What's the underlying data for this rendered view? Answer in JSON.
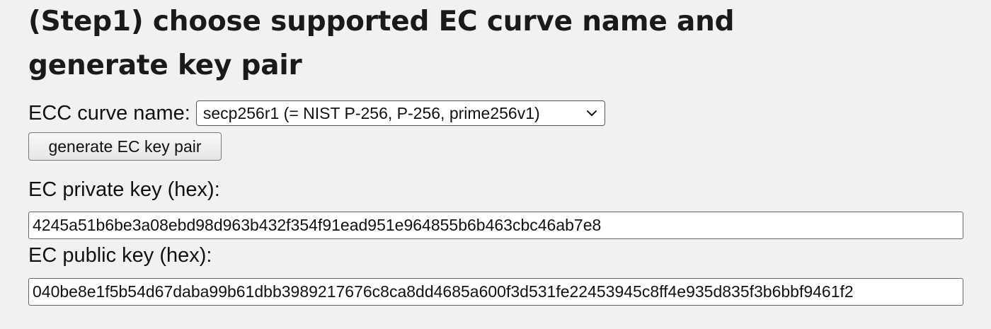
{
  "heading": "(Step1) choose supported EC curve name and generate key pair",
  "curve": {
    "label": "ECC curve name:",
    "selected": "secp256r1 (= NIST P-256, P-256, prime256v1)"
  },
  "generate_button": {
    "label": "generate EC key pair"
  },
  "private_key": {
    "label": "EC private key (hex):",
    "value": "4245a51b6be3a08ebd98d963b432f354f91ead951e964855b6b463cbc46ab7e8"
  },
  "public_key": {
    "label": "EC public key (hex):",
    "value": "040be8e1f5b54d67daba99b61dbb3989217676c8ca8dd4685a600f3d531fe22453945c8ff4e935d835f3b6bbf9461f2"
  }
}
